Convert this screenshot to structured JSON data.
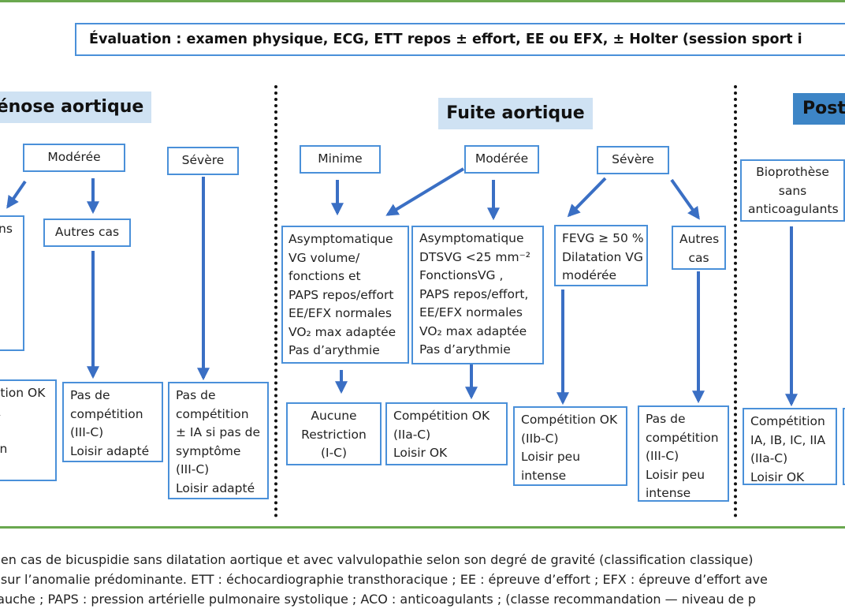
{
  "top_banner": "Évaluation : examen physique, ECG, ETT repos ± effort, EE ou EFX, ± Holter (session sport i",
  "stenose": {
    "header": "énose aortique",
    "moderee": "Modérée",
    "severe": "Sévère",
    "partial_left": "ns",
    "autres_cas": "Autres cas",
    "competition_partial": "tition OK\nA\n\non",
    "pas_competition_1": "Pas de\ncompétition\n(III-C)\nLoisir adapté",
    "pas_competition_2": "Pas de\ncompétition\n± IA si pas de\nsymptôme\n(III-C)\nLoisir adapté"
  },
  "fuite": {
    "header": "Fuite aortique",
    "minime": "Minime",
    "moderee": "Modérée",
    "severe": "Sévère",
    "criteria_1": "Asymptomatique\nVG volume/\nfonctions et\nPAPS repos/effort\nEE/EFX normales\nVO₂ max adaptée\nPas d’arythmie",
    "criteria_2": "Asymptomatique\nDTSVG <25 mm⁻²\nFonctionsVG ,\nPAPS repos/effort,\nEE/EFX normales\nVO₂ max adaptée\nPas d’arythmie",
    "fevg": "FEVG ≥ 50 %\nDilatation VG\nmodérée",
    "autres_cas": "Autres\ncas",
    "aucune_restriction": "Aucune\nRestriction\n(I-C)",
    "competition_iia": "Compétition OK\n(IIa-C)\nLoisir OK",
    "competition_iib": "Compétition OK\n(IIb-C)\nLoisir peu\nintense",
    "pas_competition": "Pas de\ncompétition\n(III-C)\nLoisir peu\nintense"
  },
  "post": {
    "header": "Post",
    "bioprothese": "Bioprothèse\nsans\nanticoagulants",
    "competition": "Compétition\nIA, IB, IC, IIA\n(IIa-C)\nLoisir OK"
  },
  "footer": {
    "line1": "e en cas de bicuspidie sans dilatation aortique et avec valvulopathie selon son degré de gravité (classification classique)",
    "line2": "a sur l’anomalie prédominante. ETT : échocardiographie transthoracique ; EE : épreuve d’effort ; EFX : épreuve d’effort ave",
    "line3": "gauche ; PAPS : pression artérielle pulmonaire systolique ; ACO : anticoagulants ; (classe recommandation — niveau de p"
  },
  "colors": {
    "accent_blue": "#4a90d9",
    "header_light": "#cfe2f3",
    "header_dark": "#3d85c6",
    "rule_green": "#6aa84f",
    "arrow": "#3a6fc4"
  }
}
